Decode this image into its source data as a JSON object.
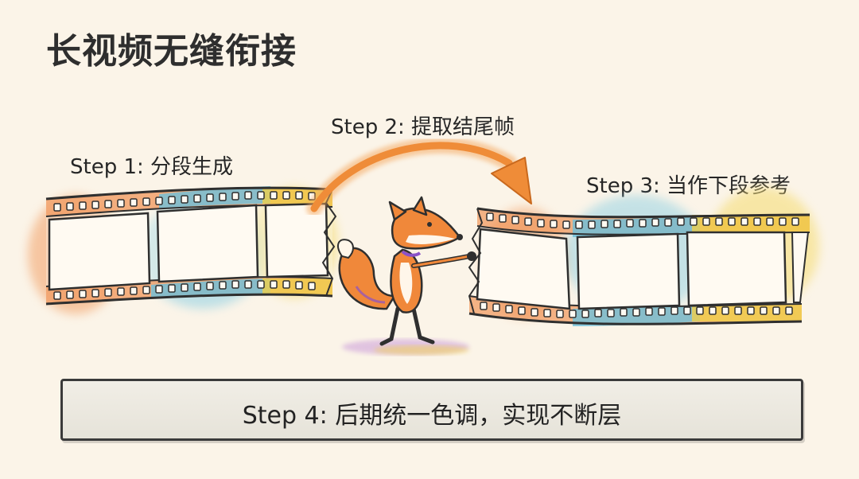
{
  "title": "长视频无缝衔接",
  "steps": {
    "step1": "Step 1:  分段生成",
    "step2": "Step 2:  提取结尾帧",
    "step3": "Step 3:  当作下段参考",
    "step4": "Step 4: 后期统一色调，实现不断层"
  },
  "icons": [
    "film-strip-icon",
    "fox-icon",
    "curved-arrow-icon"
  ],
  "colors": {
    "background": "#fbf4e8",
    "orange": "#f08a3c",
    "blue": "#5cb8d6",
    "yellow": "#f2d24b",
    "outline": "#2f2f2f"
  }
}
